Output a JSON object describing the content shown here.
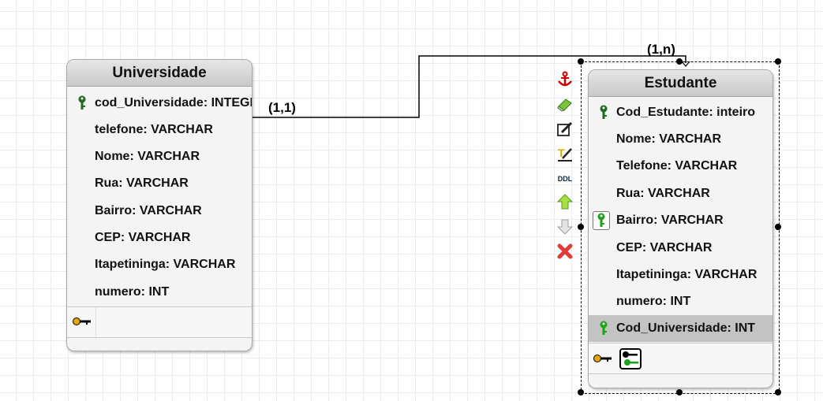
{
  "canvas": {
    "grid": true,
    "accent_colors": {
      "primary_key": "#1f6b1f",
      "foreign_key": "#1aa51a",
      "key_gold": "#e8a400",
      "selected_row": "#c3c3c3"
    }
  },
  "entities": {
    "universidade": {
      "title": "Universidade",
      "fields": [
        "cod_Universidade: INTEGER",
        "telefone: VARCHAR",
        "Nome: VARCHAR",
        "Rua: VARCHAR",
        "Bairro: VARCHAR",
        "CEP: VARCHAR",
        "Itapetininga: VARCHAR",
        "numero: INT"
      ]
    },
    "estudante": {
      "title": "Estudante",
      "fields": [
        "Cod_Estudante: inteiro",
        "Nome: VARCHAR",
        "Telefone: VARCHAR",
        "Rua: VARCHAR",
        "Bairro: VARCHAR",
        "CEP: VARCHAR",
        "Itapetininga: VARCHAR",
        "numero: INT",
        "Cod_Universidade: INT"
      ]
    }
  },
  "relationship": {
    "cardinality_source": "(1,1)",
    "cardinality_target": "(1,n)"
  },
  "toolbar": {
    "icons": [
      "anchor-icon",
      "eraser-icon",
      "edit-icon",
      "rename-icon",
      "ddl-icon",
      "move-up-icon",
      "move-down-icon",
      "delete-icon"
    ],
    "ddl_label": "DDL"
  }
}
